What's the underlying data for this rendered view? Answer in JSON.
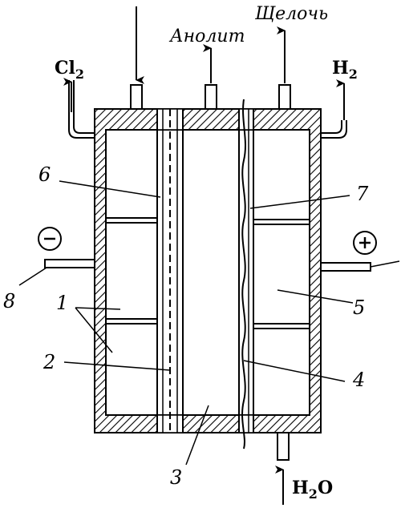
{
  "labels": {
    "cl2": "Cl",
    "cl2_sub": "2",
    "h2": "H",
    "h2_sub": "2",
    "h2o": "H",
    "h2o_sub": "2",
    "h2o_tail": "O",
    "anolyte": "Анолит",
    "alkali": "Щелочь",
    "minus": "−",
    "plus": "+"
  },
  "numbers": {
    "n1": "1",
    "n2": "2",
    "n3": "3",
    "n4": "4",
    "n5": "5",
    "n6": "6",
    "n7": "7",
    "n8": "8"
  },
  "colors": {
    "ink": "#000000",
    "paper": "#ffffff"
  }
}
